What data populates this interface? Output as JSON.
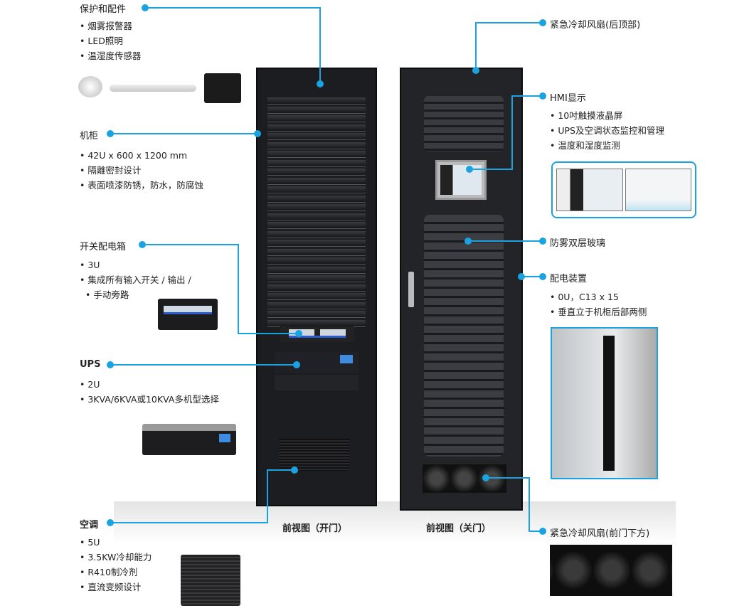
{
  "left": {
    "accessories": {
      "title": "保护和配件",
      "items": [
        "烟雾报警器",
        "LED照明",
        "温湿度传感器"
      ]
    },
    "cabinet": {
      "title": "机柜",
      "items": [
        "42U x 600 x 1200 mm",
        "隔離密封设计",
        "表面喷漆防锈，防水，防腐蚀"
      ]
    },
    "switchbox": {
      "title": "开关配电箱",
      "items": [
        "3U",
        "集成所有输入开关 / 输出 /",
        "手动旁路"
      ]
    },
    "ups": {
      "title": "UPS",
      "items": [
        "2U",
        "3KVA/6KVA或10KVA多机型选择"
      ]
    },
    "ac": {
      "title": "空调",
      "items": [
        "5U",
        "3.5KW冷却能力",
        "R410制冷剂",
        "直流变频设计"
      ]
    }
  },
  "right": {
    "fan_top": {
      "title": "紧急冷却风扇(后顶部)"
    },
    "hmi": {
      "title": "HMI显示",
      "items": [
        "10吋触摸液晶屏",
        "UPS及空调状态监控和管理",
        "温度和湿度监测"
      ]
    },
    "glass": {
      "title": "防雾双层玻璃"
    },
    "pdu": {
      "title": "配电装置",
      "items": [
        "0U，C13 x 15",
        "垂直立于机柜后部两侧"
      ]
    },
    "fan_bottom": {
      "title": "紧急冷却风扇(前门下方)"
    }
  },
  "captions": {
    "open": "前视图（开门）",
    "closed": "前视图（关门）"
  },
  "colors": {
    "accent": "#1aa3e0",
    "cabinet": "#1c1d20"
  }
}
